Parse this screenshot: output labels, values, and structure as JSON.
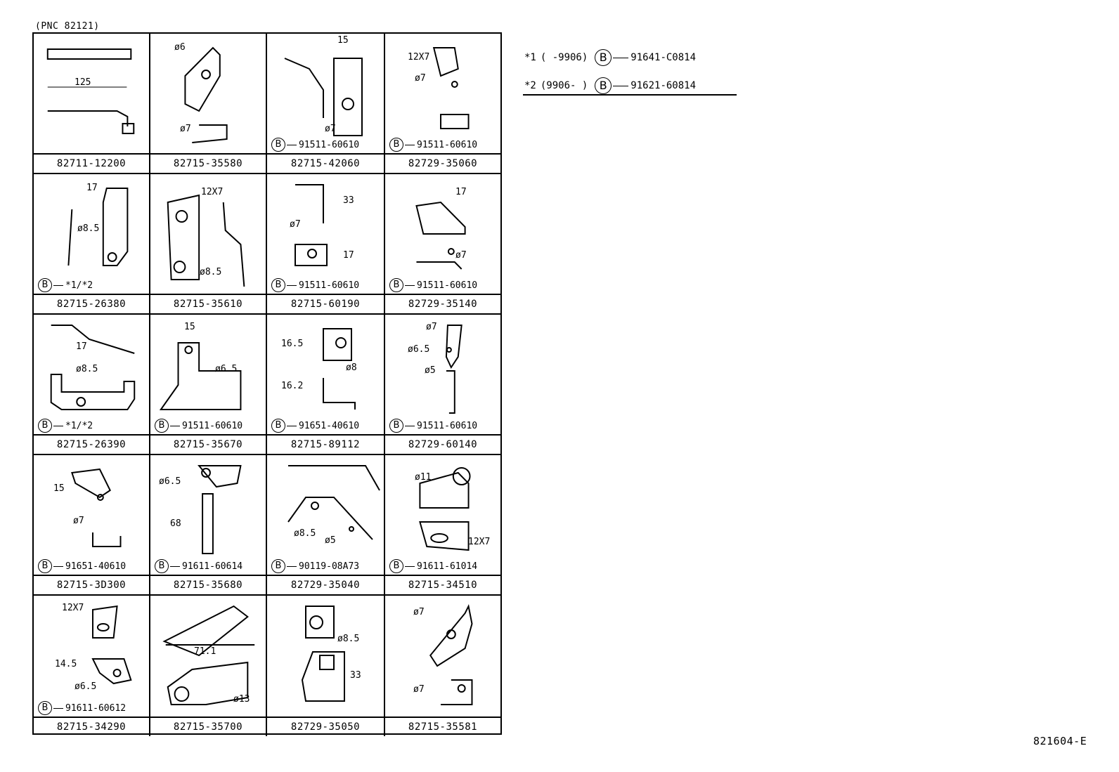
{
  "pnc_label": "(PNC 82121)",
  "figure_code": "821604-E",
  "legend": [
    {
      "mark": "*1",
      "range": "(    -9906)",
      "bolt_letter": "B",
      "part": "91641-C0814"
    },
    {
      "mark": "*2",
      "range": "(9906-     )",
      "bolt_letter": "B",
      "part": "91621-60814"
    }
  ],
  "bolt_letter": "B",
  "cells": [
    {
      "part": "82711-12200",
      "bolt": "",
      "dims": [
        "125"
      ]
    },
    {
      "part": "82715-35580",
      "bolt": "",
      "dims": [
        "ø6",
        "ø7"
      ]
    },
    {
      "part": "82715-42060",
      "bolt": "91511-60610",
      "dims": [
        "15",
        "ø7"
      ]
    },
    {
      "part": "82729-35060",
      "bolt": "91511-60610",
      "dims": [
        "12X7",
        "ø7"
      ]
    },
    {
      "part": "82715-26380",
      "bolt": "*1/*2",
      "dims": [
        "17",
        "ø8.5"
      ]
    },
    {
      "part": "82715-35610",
      "bolt": "",
      "dims": [
        "12X7",
        "ø8.5"
      ]
    },
    {
      "part": "82715-60190",
      "bolt": "91511-60610",
      "dims": [
        "33",
        "ø7",
        "17"
      ]
    },
    {
      "part": "82729-35140",
      "bolt": "91511-60610",
      "dims": [
        "17",
        "ø7"
      ]
    },
    {
      "part": "82715-26390",
      "bolt": "*1/*2",
      "dims": [
        "17",
        "ø8.5"
      ]
    },
    {
      "part": "82715-35670",
      "bolt": "91511-60610",
      "dims": [
        "15",
        "ø6.5"
      ]
    },
    {
      "part": "82715-89112",
      "bolt": "91651-40610",
      "dims": [
        "16.5",
        "ø8",
        "16.2"
      ]
    },
    {
      "part": "82729-60140",
      "bolt": "91511-60610",
      "dims": [
        "ø7",
        "ø6.5",
        "ø5"
      ]
    },
    {
      "part": "82715-3D300",
      "bolt": "91651-40610",
      "dims": [
        "15",
        "ø7"
      ]
    },
    {
      "part": "82715-35680",
      "bolt": "91611-60614",
      "dims": [
        "ø6.5",
        "68"
      ]
    },
    {
      "part": "82729-35040",
      "bolt": "90119-08A73",
      "dims": [
        "ø8.5",
        "ø5"
      ]
    },
    {
      "part": "82715-34510",
      "bolt": "91611-61014",
      "dims": [
        "ø11",
        "12X7"
      ]
    },
    {
      "part": "82715-34290",
      "bolt": "91611-60612",
      "dims": [
        "12X7",
        "14.5",
        "ø6.5"
      ]
    },
    {
      "part": "82715-35700",
      "bolt": "",
      "dims": [
        "71.1",
        "ø13"
      ]
    },
    {
      "part": "82729-35050",
      "bolt": "",
      "dims": [
        "ø8.5",
        "33"
      ]
    },
    {
      "part": "82715-35581",
      "bolt": "",
      "dims": [
        "ø7",
        "ø7"
      ]
    }
  ]
}
